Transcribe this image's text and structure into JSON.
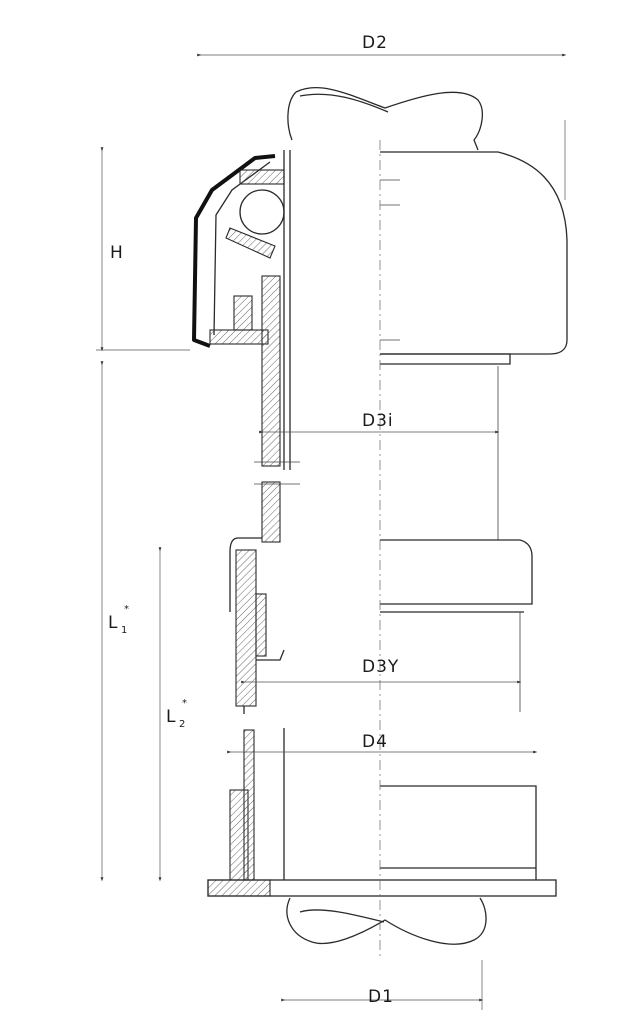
{
  "labels": {
    "d2": "D2",
    "h": "H",
    "d3i": "D3i",
    "l1": "L",
    "l1_sub": "1",
    "l1_star": "*",
    "d3y": "D3Y",
    "l2": "L",
    "l2_sub": "2",
    "l2_star": "*",
    "d4": "D4",
    "d1": "D1"
  },
  "colors": {
    "line": "#2a2a2a",
    "background": "#ffffff"
  }
}
